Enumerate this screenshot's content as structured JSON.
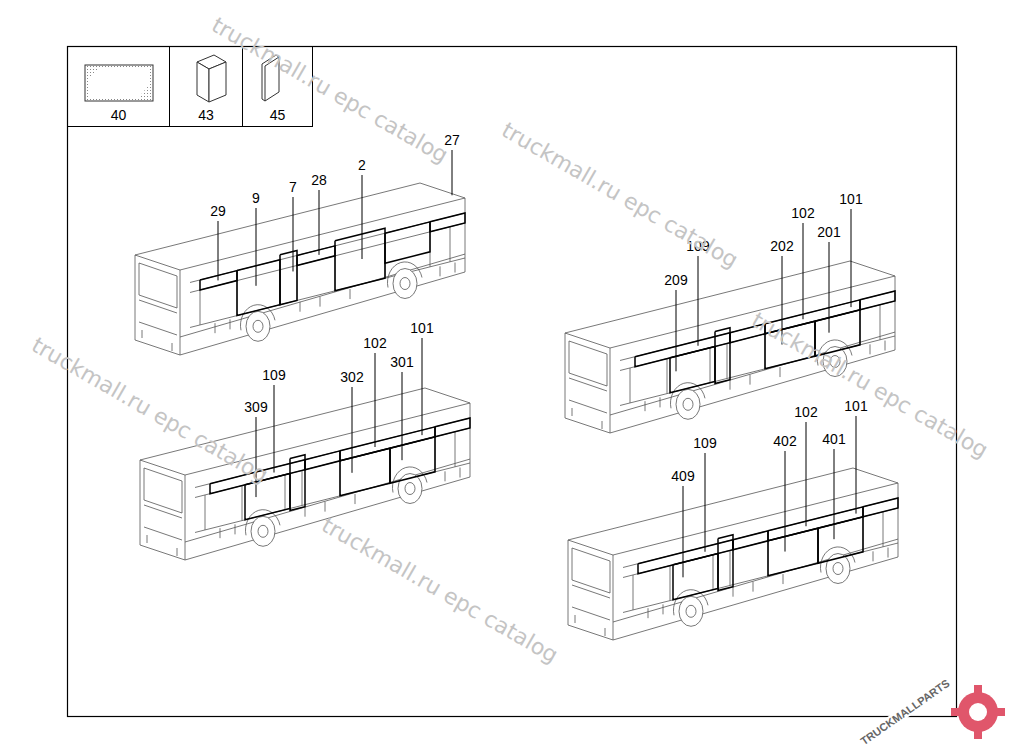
{
  "diagram": {
    "nodes": [
      {
        "text": [
          "40"
        ]
      },
      {
        "text": [
          "43"
        ]
      },
      {
        "text": [
          "45"
        ]
      }
    ],
    "labels": [
      "27",
      "29",
      "9",
      "7",
      "28",
      "2",
      "109",
      "309",
      "302",
      "102",
      "301",
      "101",
      "109",
      "209",
      "202",
      "102",
      "201",
      "101",
      "109",
      "409",
      "402",
      "102",
      "401",
      "101",
      "truckmall.ru epc catalog",
      "truckmall.ru epc catalog",
      "truckmall.ru epc catalog",
      "truckmall.ru epc catalog",
      "truckmall.ru epc catalog",
      "TRUCKMALLPARTS"
    ]
  }
}
